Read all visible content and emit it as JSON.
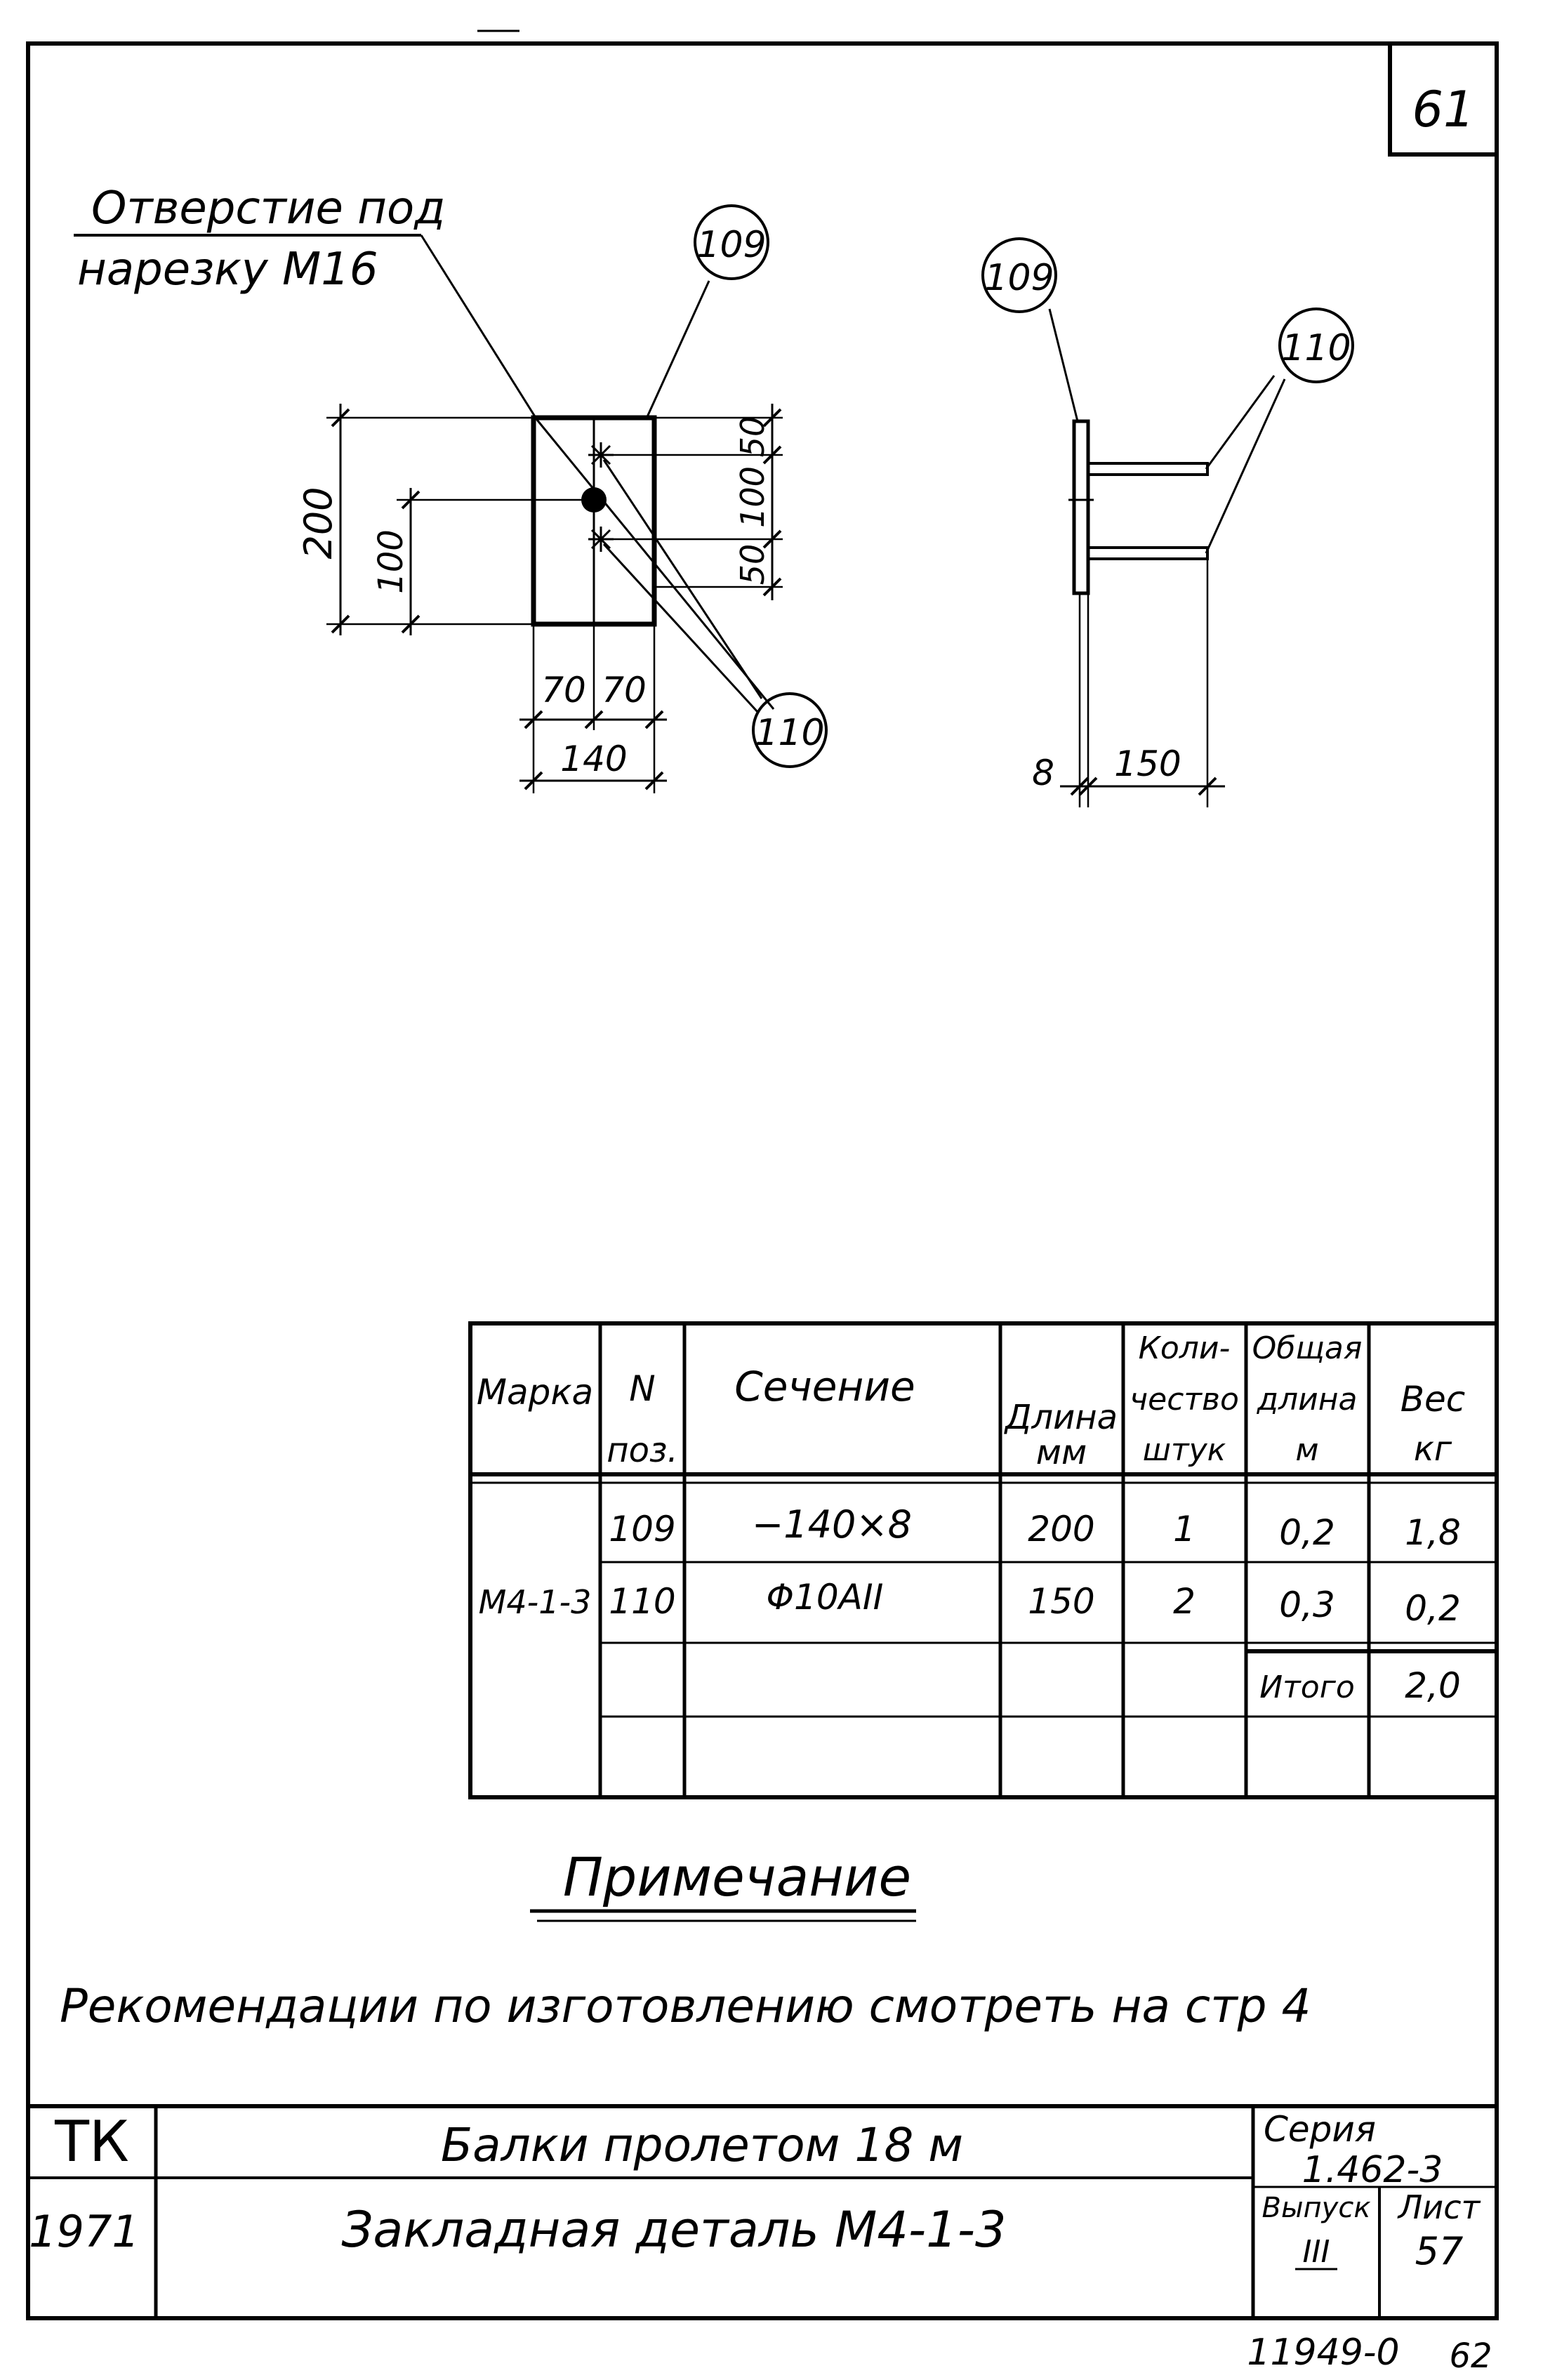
{
  "sheet": {
    "page_number": "61",
    "corner_number": "62",
    "archive_number": "11949-0"
  },
  "plan_view": {
    "hole_note_line1": "Отверстие под",
    "hole_note_line2": "нарезку М16",
    "callout_plate": "109",
    "callout_anchor": "110",
    "dim_height_total": "200",
    "dim_height_half": "100",
    "dim_right_top": "50",
    "dim_right_mid": "100",
    "dim_right_bottom": "50",
    "dim_width_left": "70",
    "dim_width_right": "70",
    "dim_width_total": "140"
  },
  "side_view": {
    "callout_plate": "109",
    "callout_anchor": "110",
    "dim_thickness": "8",
    "dim_length": "150"
  },
  "spec_table": {
    "headers": {
      "mark": "Марка",
      "pos_line1": "N",
      "pos_line2": "поз.",
      "section": "Сечение",
      "length_line1": "Длина",
      "length_line2": "мм",
      "qty_line1": "Коли-",
      "qty_line2": "чество",
      "qty_line3": "штук",
      "total_length_line1": "Общая",
      "total_length_line2": "длина",
      "total_length_line3": "м",
      "weight_line1": "Вес",
      "weight_line2": "кг"
    },
    "mark_value": "М4-1-3",
    "rows": [
      {
        "pos": "109",
        "section": "−140×8",
        "length": "200",
        "qty": "1",
        "total_length": "0,2",
        "weight": "1,8"
      },
      {
        "pos": "110",
        "section": "Φ10АII",
        "length": "150",
        "qty": "2",
        "total_length": "0,3",
        "weight": "0,2"
      }
    ],
    "total_label": "Итого",
    "total_value": "2,0"
  },
  "notes": {
    "heading": "Примечание",
    "text": "Рекомендации по изготовлению смотреть на стр 4"
  },
  "title_block": {
    "org": "ТК",
    "year": "1971",
    "title_line1": "Балки пролетом 18 м",
    "title_line2": "Закладная деталь М4-1-3",
    "series_label": "Серия",
    "series_value": "1.462-3",
    "issue_label": "Выпуск",
    "issue_value": "III",
    "sheet_label": "Лист",
    "sheet_value": "57"
  }
}
